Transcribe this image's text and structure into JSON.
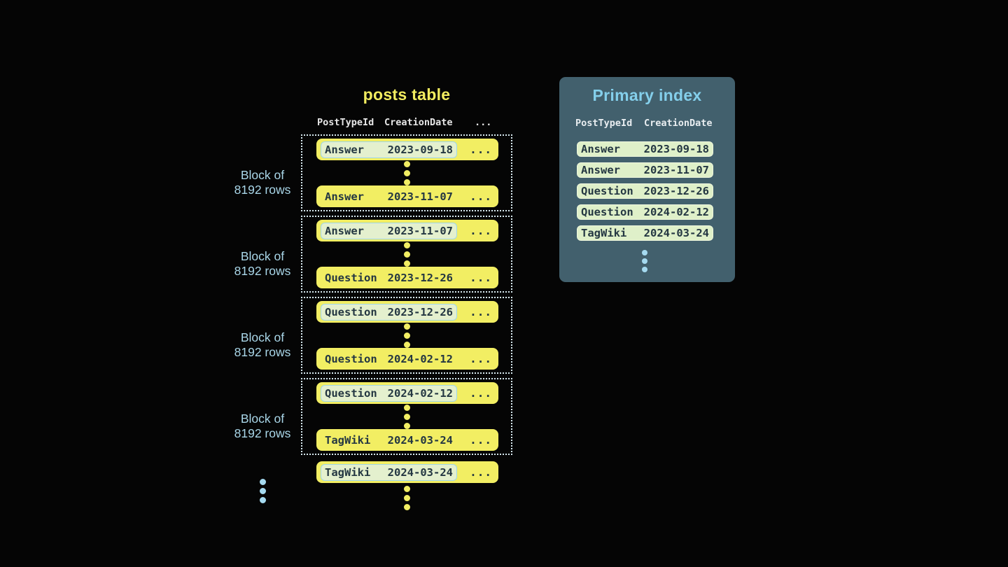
{
  "posts_table": {
    "title": "posts table",
    "columns": [
      "PostTypeId",
      "CreationDate",
      "..."
    ],
    "block_label": {
      "line1": "Block of",
      "line2": "8192 rows"
    },
    "row_ellipsis": "...",
    "blocks": [
      {
        "first": {
          "type": "Answer",
          "date": "2023-09-18"
        },
        "last": {
          "type": "Answer",
          "date": "2023-11-07"
        }
      },
      {
        "first": {
          "type": "Answer",
          "date": "2023-11-07"
        },
        "last": {
          "type": "Question",
          "date": "2023-12-26"
        }
      },
      {
        "first": {
          "type": "Question",
          "date": "2023-12-26"
        },
        "last": {
          "type": "Question",
          "date": "2024-02-12"
        }
      },
      {
        "first": {
          "type": "Question",
          "date": "2024-02-12"
        },
        "last": {
          "type": "TagWiki",
          "date": "2024-03-24"
        }
      }
    ],
    "trailing_row": {
      "type": "TagWiki",
      "date": "2024-03-24"
    }
  },
  "primary_index": {
    "title": "Primary index",
    "columns": [
      "PostTypeId",
      "CreationDate"
    ],
    "entries": [
      {
        "type": "Answer",
        "date": "2023-09-18"
      },
      {
        "type": "Answer",
        "date": "2023-11-07"
      },
      {
        "type": "Question",
        "date": "2023-12-26"
      },
      {
        "type": "Question",
        "date": "2024-02-12"
      },
      {
        "type": "TagWiki",
        "date": "2024-03-24"
      }
    ]
  },
  "colors": {
    "background": "#050505",
    "row_yellow": "#f2ee63",
    "row_text": "#243742",
    "highlight_fill": "#e4f0ce",
    "highlight_border": "#9fd6e8",
    "accent_blue": "#a9d6e8",
    "title_yellow": "#f2ec5f",
    "index_panel_bg": "#42606d",
    "index_title_blue": "#84cfeb",
    "index_pill_fill": "#dff0c9",
    "index_pill_border": "#edf6dd",
    "block_dotted_border": "#d7e9f0"
  }
}
